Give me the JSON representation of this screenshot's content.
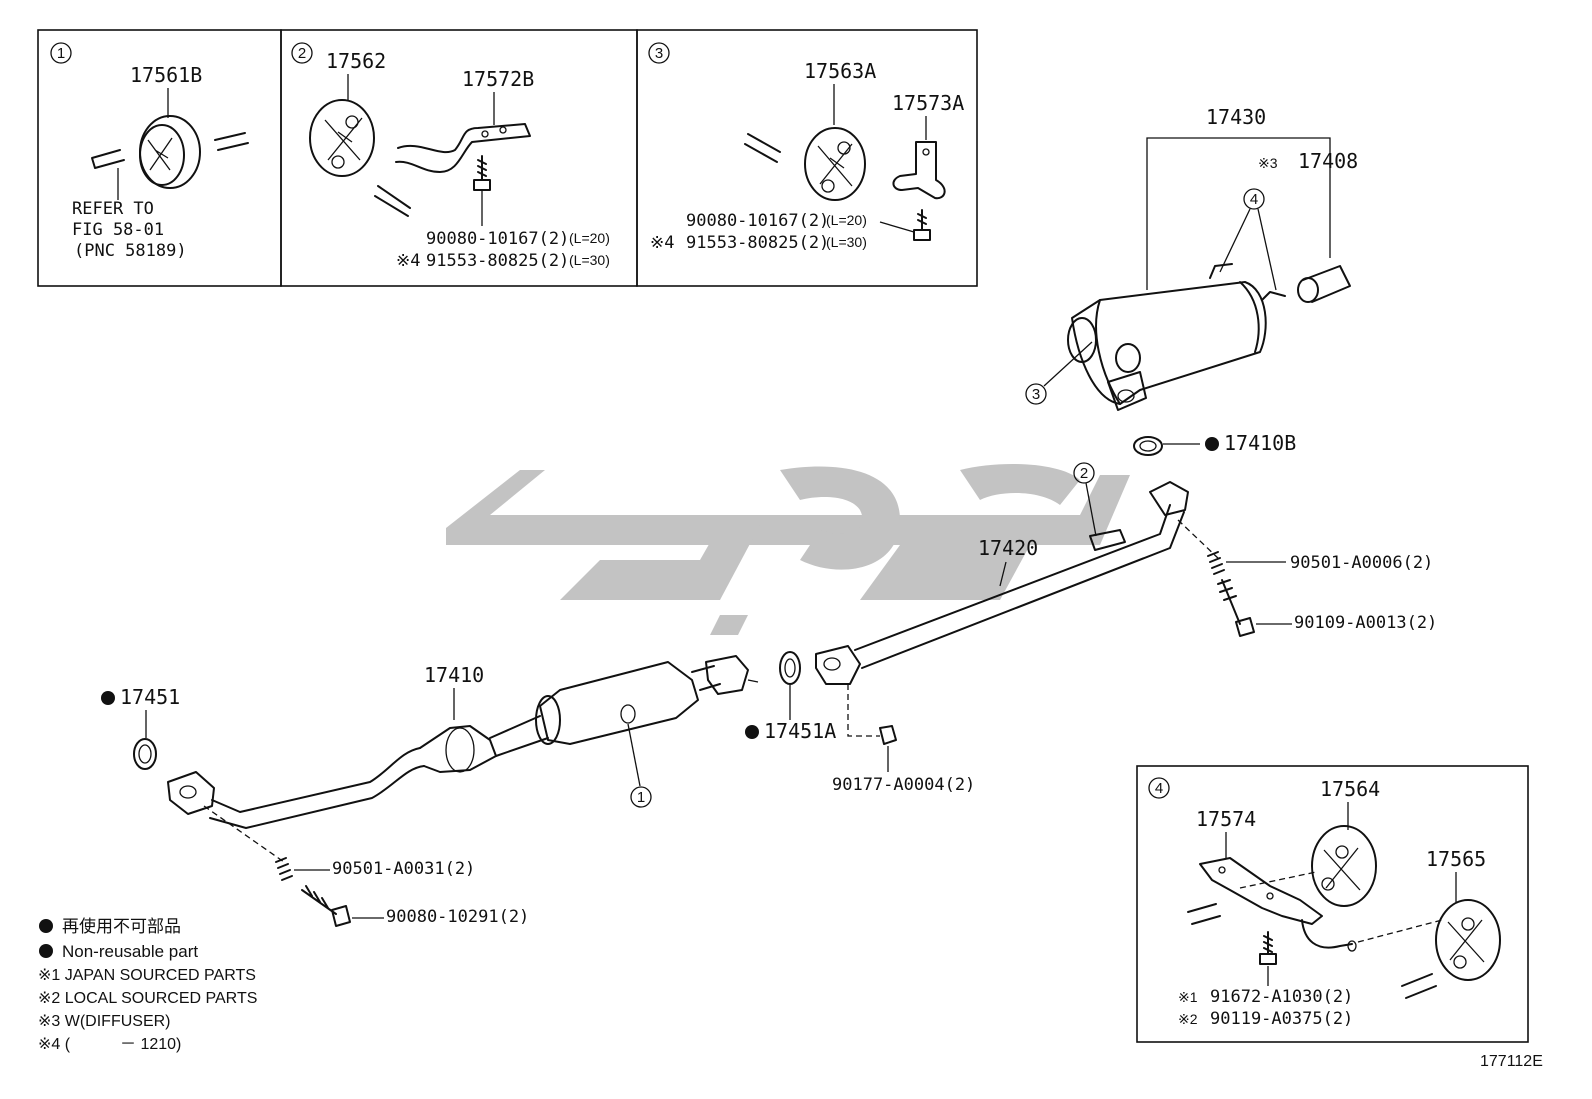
{
  "panels": {
    "p1": {
      "num": "1",
      "part": "17561B",
      "refer_line1": "REFER TO",
      "refer_line2": "FIG 58-01",
      "refer_line3": "(PNC 58189)"
    },
    "p2": {
      "num": "2",
      "part_a": "17562",
      "part_b": "17572B",
      "bolt1": "90080-10167(2)",
      "bolt1_len": "(L=20)",
      "bolt2_mark": "※4",
      "bolt2": "91553-80825(2)",
      "bolt2_len": "(L=30)"
    },
    "p3": {
      "num": "3",
      "part_a": "17563A",
      "part_b": "17573A",
      "bolt1": "90080-10167(2)",
      "bolt1_len": "(L=20)",
      "bolt2_mark": "※4",
      "bolt2": "91553-80825(2)",
      "bolt2_len": "(L=30)"
    },
    "p4": {
      "num": "4",
      "part_a": "17574",
      "part_b": "17564",
      "part_c": "17565",
      "bolt1_mark": "※1",
      "bolt1": "91672-A1030(2)",
      "bolt2_mark": "※2",
      "bolt2": "90119-A0375(2)"
    }
  },
  "main": {
    "muffler": "17430",
    "diffuser_mark": "※3",
    "diffuser": "17408",
    "callout_4": "4",
    "callout_3": "3",
    "gasket_rear": "17410B",
    "callout_2": "2",
    "center_pipe": "17420",
    "spring": "90501-A0006(2)",
    "bolt_rear": "90109-A0013(2)",
    "front_pipe": "17410",
    "gasket_front": "17451",
    "gasket_mid": "17451A",
    "nut": "90177-A0004(2)",
    "callout_1": "1",
    "spring_front": "90501-A0031(2)",
    "bolt_front": "90080-10291(2)"
  },
  "legend": {
    "jp_nonreusable": "再使用不可部品",
    "nonreusable": "Non-reusable part",
    "note1": "※1 JAPAN SOURCED PARTS",
    "note2": "※2 LOCAL SOURCED PARTS",
    "note3": "※3 W(DIFFUSER)",
    "note4_mark": "※4 (",
    "note4_tail": "－ 1210)"
  },
  "figure_id": "177112E",
  "watermark": "سوپارت"
}
